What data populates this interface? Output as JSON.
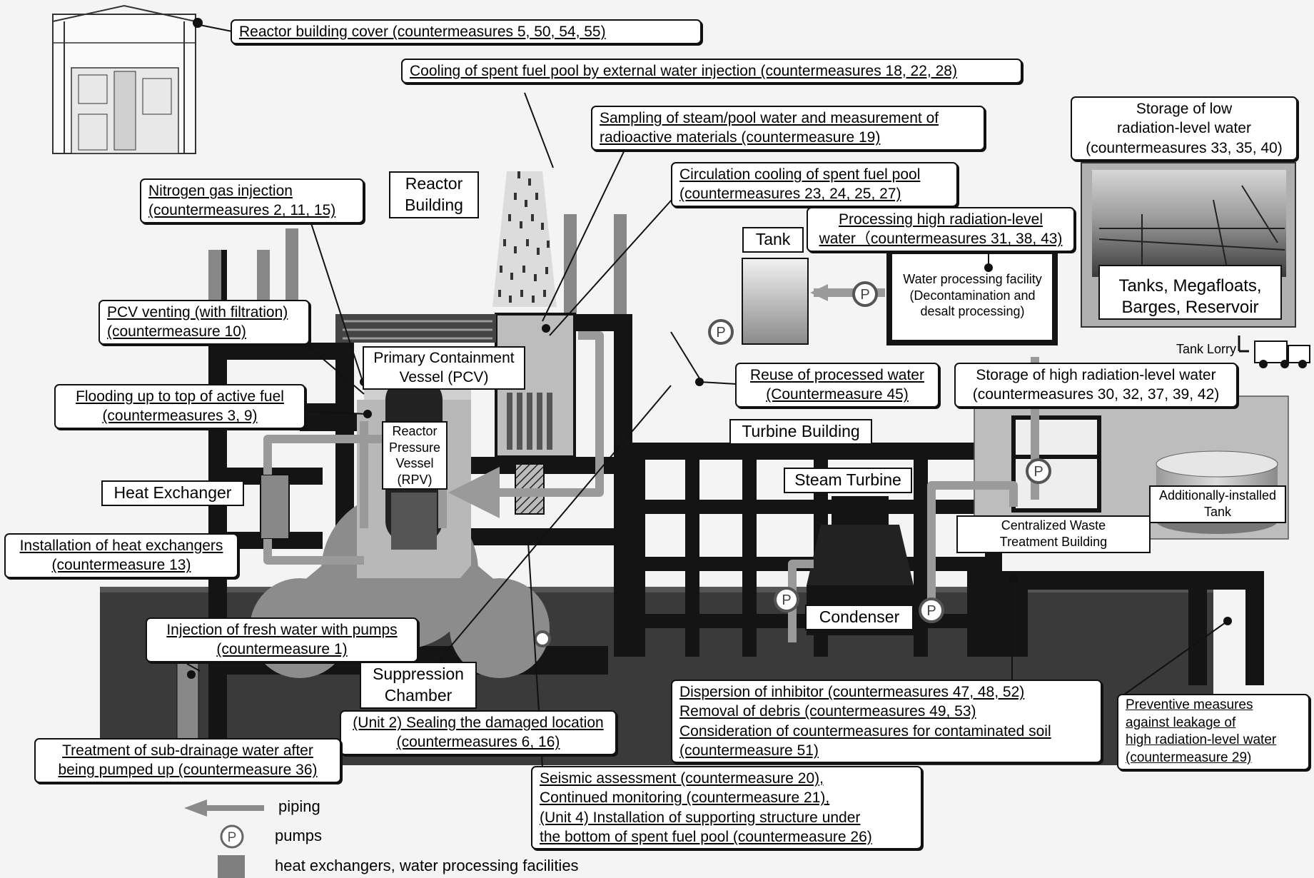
{
  "callouts": {
    "reactor_building_cover": [
      "Reactor building cover (countermeasures 5, 50, 54, 55)"
    ],
    "cooling_spent_fuel_pool": [
      "Cooling of spent fuel pool by external water injection (countermeasures 18, 22, 28)"
    ],
    "sampling_steam": [
      "Sampling of steam/pool water and measurement  of",
      "radioactive materials (countermeasure 19)"
    ],
    "circulation_cooling": [
      "Circulation cooling of spent fuel pool",
      "(countermeasures 23, 24, 25, 27)"
    ],
    "nitrogen_gas_injection": [
      "Nitrogen gas injection",
      "(countermeasures 2, 11, 15)"
    ],
    "processing_high_radiation": [
      "Processing high radiation-level",
      "water（countermeasures 31, 38, 43)"
    ],
    "storage_low_radiation": [
      "Storage of low",
      "radiation-level water",
      "(countermeasures 33, 35, 40)"
    ],
    "pcv_venting": [
      "PCV venting (with filtration)",
      "(countermeasure 10)"
    ],
    "flooding": [
      "Flooding up to top of active fuel",
      "(countermeasures 3, 9)"
    ],
    "reuse_processed_water": [
      "Reuse of processed water",
      "(Countermeasure 45)"
    ],
    "storage_high_radiation": [
      "Storage of high radiation-level water",
      "(countermeasures 30, 32, 37, 39, 42)"
    ],
    "installation_heat_exchangers": [
      "Installation of heat exchangers",
      "(countermeasure 13)"
    ],
    "injection_fresh_water": [
      "Injection of fresh water with pumps",
      "(countermeasure 1)"
    ],
    "unit2_sealing": [
      "(Unit 2) Sealing the damaged location",
      "(countermeasures 6, 16)"
    ],
    "dispersion_inhibitor": [
      "Dispersion of inhibitor (countermeasures 47, 48, 52)",
      "Removal of debris (countermeasures 49, 53)",
      "Consideration of countermeasures for contaminated soil",
      "(countermeasure 51)"
    ],
    "preventive_measures": [
      "Preventive measures",
      "against leakage of",
      "high radiation-level water",
      "(countermeasure 29)"
    ],
    "treatment_subdrainage": [
      "Treatment of sub-drainage water after",
      "being pumped up (countermeasure 36)"
    ],
    "seismic_assessment": [
      "Seismic assessment (countermeasure 20),",
      "Continued monitoring (countermeasure 21),",
      "(Unit 4) Installation of supporting structure under",
      "the bottom of spent fuel pool (countermeasure 26)"
    ]
  },
  "labels": {
    "reactor_building": [
      "Reactor",
      "Building"
    ],
    "tank": "Tank",
    "water_processing_facility": [
      "Water processing facility",
      "(Decontamination and",
      "desalt processing)"
    ],
    "tanks_megafloats": [
      "Tanks, Megafloats,",
      "Barges, Reservoir"
    ],
    "tank_lorry": "Tank Lorry",
    "primary_containment_vessel": [
      "Primary Containment",
      "Vessel (PCV)"
    ],
    "reactor_pressure_vessel": [
      "Reactor",
      "Pressure",
      "Vessel",
      "(RPV)"
    ],
    "turbine_building": "Turbine Building",
    "steam_turbine": "Steam Turbine",
    "heat_exchanger": "Heat Exchanger",
    "additionally_installed_tank": [
      "Additionally-installed",
      "Tank"
    ],
    "centralized_waste": [
      "Centralized Waste",
      "Treatment Building"
    ],
    "condenser": "Condenser",
    "suppression_chamber": [
      "Suppression",
      "Chamber"
    ],
    "pump_symbol": "P"
  },
  "legend": {
    "piping": "piping",
    "pumps": "pumps",
    "heat_exchangers": "heat exchangers, water processing facilities"
  },
  "colors": {
    "structure_dark": "#141414",
    "structure_gray": "#8a8a8a",
    "pipe_gray": "#9a9a9a",
    "ground": "#3a3a3a"
  }
}
